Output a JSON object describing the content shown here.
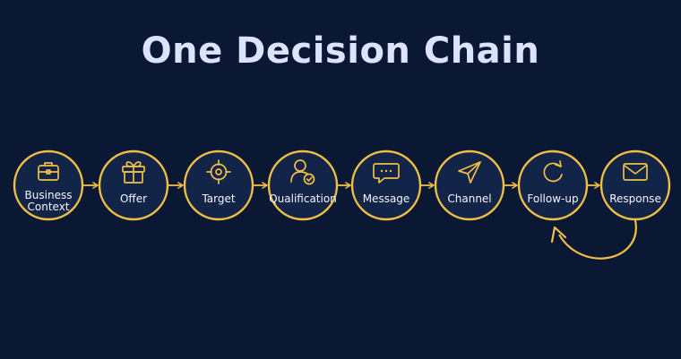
{
  "title": "One Decision Chain",
  "accent_color": "#f0bf45",
  "node_fill": "#122447",
  "background": "#0b1833",
  "nodes": [
    {
      "id": "business-context",
      "label_lines": [
        "Business",
        "Context"
      ],
      "icon": "briefcase-icon"
    },
    {
      "id": "offer",
      "label_lines": [
        "Offer"
      ],
      "icon": "gift-icon"
    },
    {
      "id": "target",
      "label_lines": [
        "Target"
      ],
      "icon": "crosshair-icon"
    },
    {
      "id": "qualification",
      "label_lines": [
        "Qualification"
      ],
      "icon": "user-check-icon"
    },
    {
      "id": "message",
      "label_lines": [
        "Message"
      ],
      "icon": "chat-bubble-icon"
    },
    {
      "id": "channel",
      "label_lines": [
        "Channel"
      ],
      "icon": "send-arrow-icon"
    },
    {
      "id": "follow-up",
      "label_lines": [
        "Follow-up"
      ],
      "icon": "refresh-icon"
    },
    {
      "id": "response",
      "label_lines": [
        "Response"
      ],
      "icon": "envelope-icon"
    }
  ],
  "loop": {
    "from": "response",
    "to": "follow-up"
  }
}
